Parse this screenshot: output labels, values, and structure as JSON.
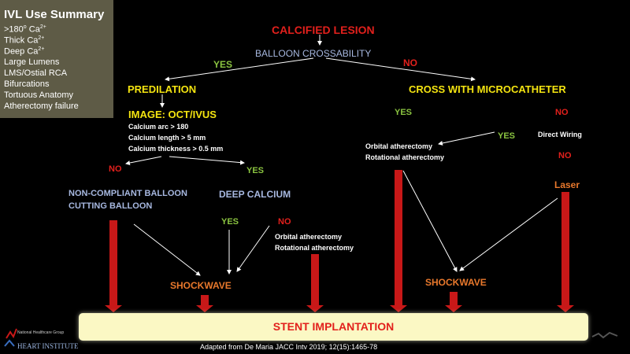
{
  "summary": {
    "title": "IVL Use Summary",
    "items": [
      {
        "text": ">180",
        "sup1": "o",
        "text2": " Ca",
        "sup2": "2+"
      },
      {
        "text": "Thick Ca",
        "sup2": "2+"
      },
      {
        "text": "Deep Ca",
        "sup2": "2+"
      },
      {
        "text": "Large Lumens"
      },
      {
        "text": "LMS/Ostial RCA"
      },
      {
        "text": "Bifurcations"
      },
      {
        "text": "Tortuous Anatomy"
      },
      {
        "text": "Atherectomy failure"
      }
    ]
  },
  "nodes": {
    "calcified_lesion": "CALCIFIED LESION",
    "balloon_crossability": "BALLOON CROSSABILITY",
    "yes_main": "YES",
    "no_main": "NO",
    "predilation": "PREDILATION",
    "cross_micro": "CROSS WITH MICROCATHETER",
    "image": "IMAGE: OCT/IVUS",
    "criteria": [
      "Calcium arc > 180",
      "Calcium length > 5 mm",
      "Calcium thickness > 0.5 mm"
    ],
    "no_left": "NO",
    "yes_left": "YES",
    "ncb_lines": [
      "NON-COMPLIANT BALLOON",
      "CUTTING BALLOON"
    ],
    "deep_calcium": "DEEP CALCIUM",
    "yes_deep": "YES",
    "no_deep": "NO",
    "atherectomy_left": [
      "Orbital atherectomy",
      "Rotational atherectomy"
    ],
    "shockwave_left": "SHOCKWAVE",
    "yes_micro": "YES",
    "yes_micro2": "YES",
    "no_micro": "NO",
    "atherectomy_right": [
      "Orbital atherectomy",
      "Rotational atherectomy"
    ],
    "direct_wiring": "Direct Wiring",
    "no_wiring": "NO",
    "laser": "Laser",
    "shockwave_right": "SHOCKWAVE"
  },
  "stent": "STENT IMPLANTATION",
  "footer": "Adapted from De Maria JACC Intv 2019; 12(15):1465-78",
  "logo": {
    "line1": "National Healthcare Group",
    "line2": "HEART INSTITUTE"
  },
  "colors": {
    "red": "#e2201c",
    "yellow": "#f4e410",
    "green": "#8ac340",
    "blue": "#a7b8e0",
    "orange": "#e8782c",
    "white": "#ffffff",
    "arrow_red": "#c81818"
  }
}
